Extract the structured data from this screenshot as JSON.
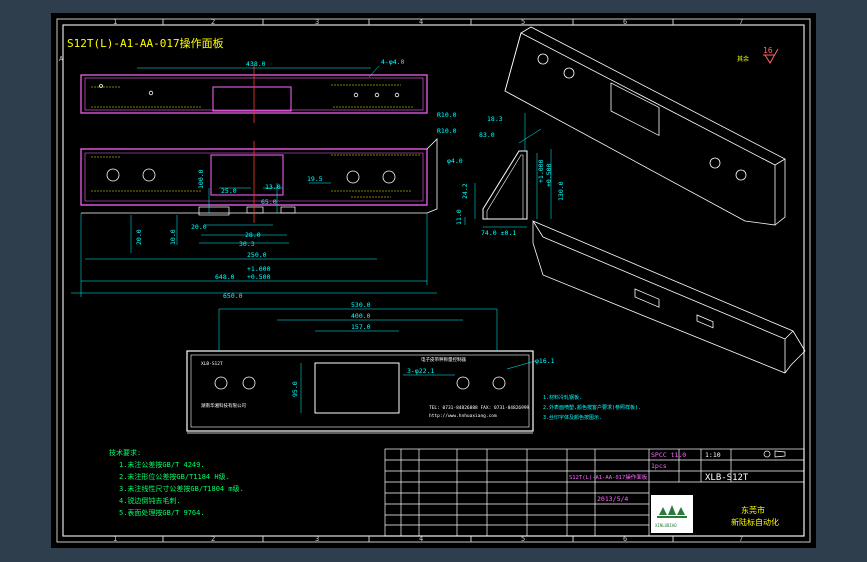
{
  "title": "S12T(L)-A1-AA-017操作面板",
  "zones_top": [
    "1",
    "2",
    "3",
    "4",
    "5",
    "6",
    "7"
  ],
  "zones_bottom": [
    "1",
    "2",
    "3",
    "4",
    "5",
    "6",
    "7"
  ],
  "zone_letter": "A",
  "roughness": "16",
  "roughness_note": "其余",
  "dims": {
    "d438": "438.0",
    "holes": "4-φ4.0",
    "r10": "R10.0",
    "r10b": "R10.0",
    "d18": "18.3",
    "d83": "83.0",
    "phi4": "φ4.0",
    "d1000": "+1.000",
    "d0500v": "+0.500",
    "d1000h": "130.0",
    "d242": "24.2",
    "d110": "11.0",
    "d740": "74.0 ±0.1",
    "d100": "100.0",
    "d250": "25.0",
    "d195": "19.5",
    "d130": "13.0",
    "d650": "65.0",
    "d20": "20.0",
    "d100b": "10.0",
    "d200": "20.0",
    "d280": "28.0",
    "d303": "30.3",
    "d2500": "250.0",
    "d648": "648.0",
    "tol1": "+1.000",
    "tol2": "+0.500",
    "d6501": "650.0",
    "d530": "530.0",
    "d400": "400.0",
    "d157": "157.0",
    "d950": "95.0",
    "holes2": "3-φ22.1",
    "phi161": "φ16.1"
  },
  "panel_text": {
    "brand": "XLB-S12T",
    "title_cn": "电子皮带秤称量控制器",
    "company": "湖南华湘科技有限公司",
    "tel": "TEL: 0731-84826888 FAX: 0731-84826999",
    "web": "http://www.hnhuaxiang.com"
  },
  "notes": {
    "heading": "技术要求:",
    "items": [
      "1.未注公差按GB/T 4249.",
      "2.未注形位公差按GB/T1184 H级.",
      "3.未注线性尺寸公差按GB/T1804 m级.",
      "4.锐边倒钝去毛刺.",
      "5.表面处理按GB/T 9764."
    ]
  },
  "side_notes": [
    "1.材料冷轧钢板.",
    "2.外表面喷塑,颜色按客户要求(参照样板).",
    "3.丝印字体及颜色按图示."
  ],
  "title_block": {
    "material": "SPCC t1.0",
    "qty": "1pcs",
    "scale": "1:10",
    "drawing_no": "XLB-S12T",
    "part_name": "S12T(L)-A1-AA-017操作面板",
    "date": "2013/5/4",
    "company": "东莞市",
    "company2": "新陆标自动化",
    "logo": "XINLUBIAO"
  }
}
